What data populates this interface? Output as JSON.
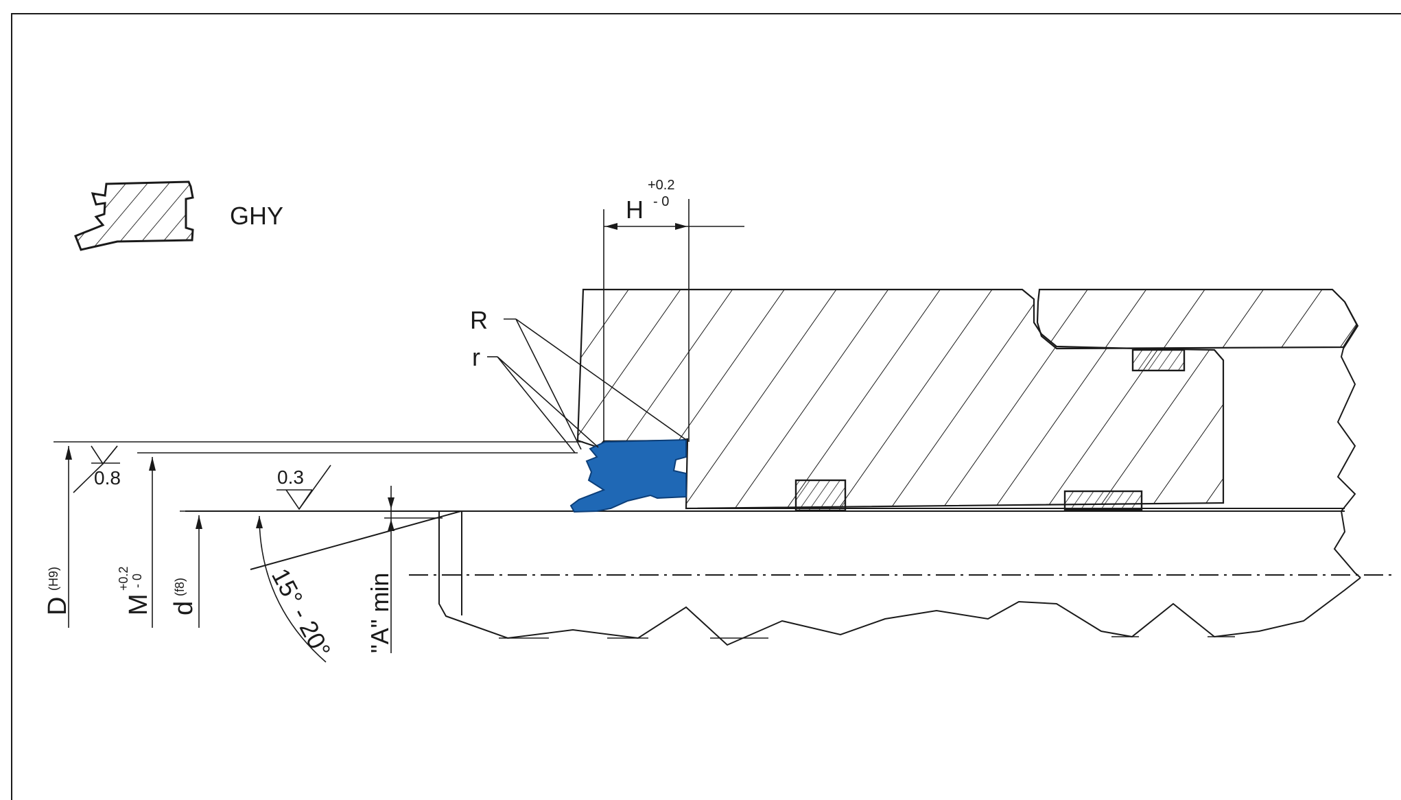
{
  "legend": {
    "profile_code": "GHY"
  },
  "dimensions": {
    "h_label": "H",
    "h_tol_upper": "+0.2",
    "h_tol_lower": "- 0",
    "d_big_label": "D",
    "d_big_fit": "(H9)",
    "m_label": "M",
    "m_tol_upper": "+0.2",
    "m_tol_lower": "- 0",
    "d_small_label": "d",
    "d_small_fit": "(f8)",
    "a_min_label": "\"A\" min",
    "chamfer_angle": "15° - 20°"
  },
  "surface_finish": {
    "bore_roughness": "0.8",
    "rod_roughness": "0.3"
  },
  "radii": {
    "outer_radius_label": "R",
    "inner_radius_label": "r"
  },
  "colors": {
    "seal": "#1f68b5",
    "line": "#1a1a1a",
    "background": "#ffffff"
  }
}
